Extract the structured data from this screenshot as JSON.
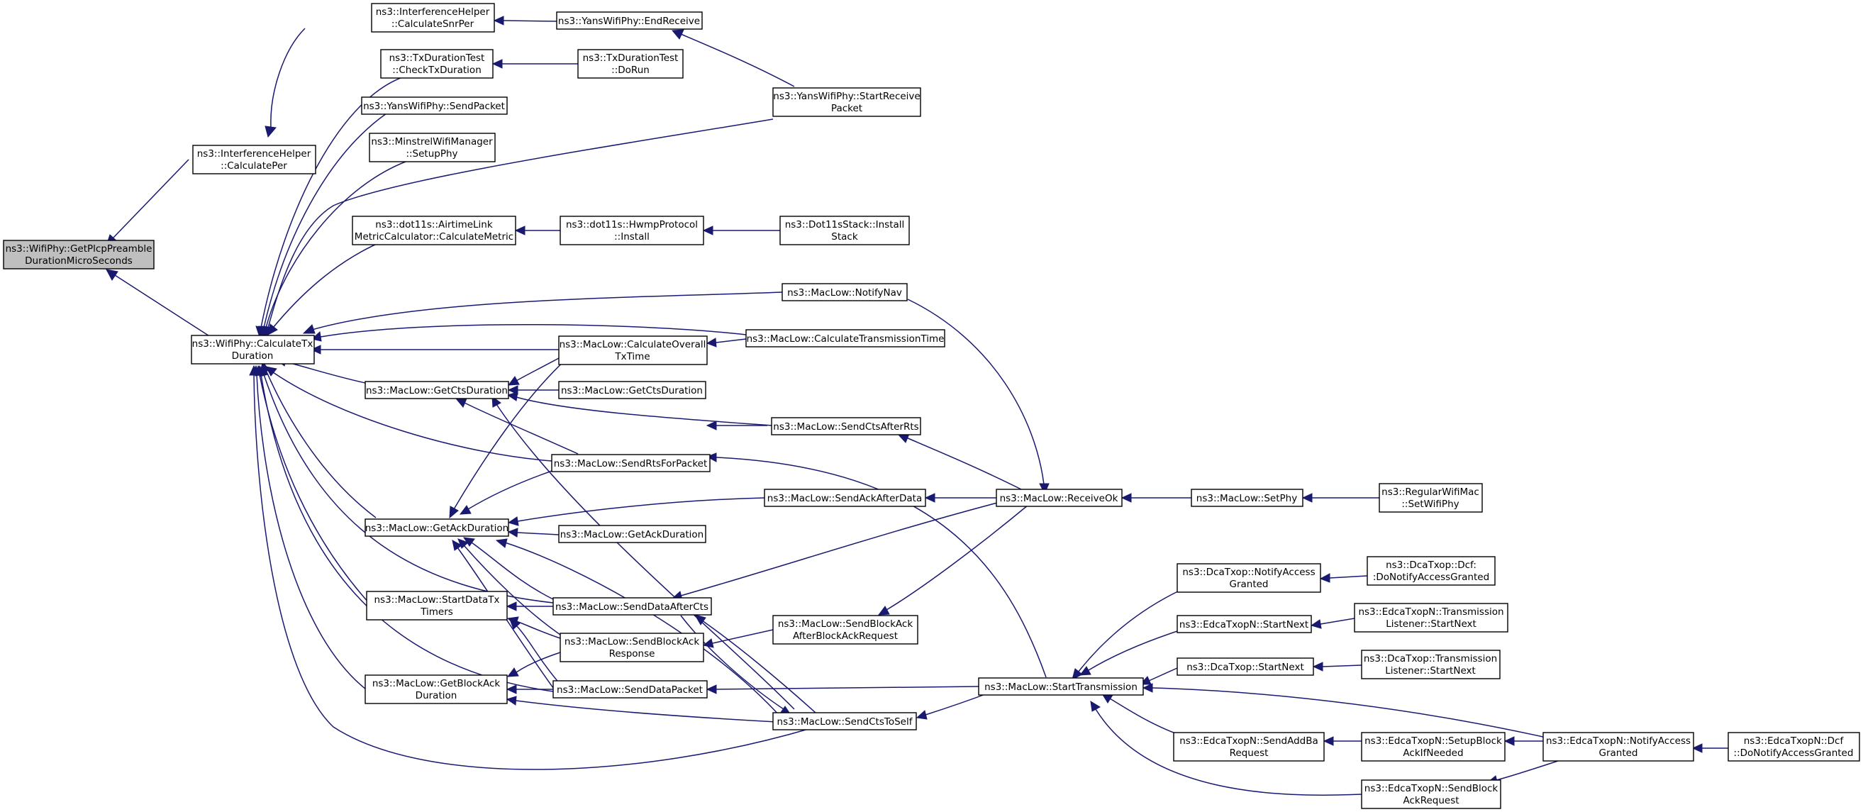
{
  "colors": {
    "edge": "#191970",
    "root_fill": "#bfbfbf",
    "node_fill": "#ffffff",
    "border": "#000000"
  },
  "nodes": {
    "gpp": {
      "lines": [
        "ns3::WifiPhy::GetPlcpPreamble",
        "DurationMicroSeconds"
      ],
      "root": true
    },
    "cper": {
      "lines": [
        "ns3::InterferenceHelper",
        "::CalculatePer"
      ]
    },
    "csnr": {
      "lines": [
        "ns3::InterferenceHelper",
        "::CalculateSnrPer"
      ]
    },
    "ywer": {
      "lines": [
        "ns3::YansWifiPhy::EndReceive"
      ]
    },
    "ywsr": {
      "lines": [
        "ns3::YansWifiPhy::StartReceive",
        "Packet"
      ]
    },
    "ctx": {
      "lines": [
        "ns3::WifiPhy::CalculateTx",
        "Duration"
      ]
    },
    "tdct": {
      "lines": [
        "ns3::TxDurationTest",
        "::CheckTxDuration"
      ]
    },
    "tdrun": {
      "lines": [
        "ns3::TxDurationTest",
        "::DoRun"
      ]
    },
    "ywsp": {
      "lines": [
        "ns3::YansWifiPhy::SendPacket"
      ]
    },
    "mwm": {
      "lines": [
        "ns3::MinstrelWifiManager",
        "::SetupPhy"
      ]
    },
    "atl": {
      "lines": [
        "ns3::dot11s::AirtimeLink",
        "MetricCalculator::CalculateMetric"
      ]
    },
    "hwmp": {
      "lines": [
        "ns3::dot11s::HwmpProtocol",
        "::Install"
      ]
    },
    "d11s": {
      "lines": [
        "ns3::Dot11sStack::Install",
        "Stack"
      ]
    },
    "nnav": {
      "lines": [
        "ns3::MacLow::NotifyNav"
      ]
    },
    "cott": {
      "lines": [
        "ns3::MacLow::CalculateOverall",
        "TxTime"
      ]
    },
    "ctt": {
      "lines": [
        "ns3::MacLow::CalculateTransmissionTime"
      ]
    },
    "gcts": {
      "lines": [
        "ns3::MacLow::GetCtsDuration"
      ]
    },
    "gcts2": {
      "lines": [
        "ns3::MacLow::GetCtsDuration"
      ]
    },
    "scar": {
      "lines": [
        "ns3::MacLow::SendCtsAfterRts"
      ]
    },
    "srts": {
      "lines": [
        "ns3::MacLow::SendRtsForPacket"
      ]
    },
    "gack": {
      "lines": [
        "ns3::MacLow::GetAckDuration"
      ]
    },
    "gack2": {
      "lines": [
        "ns3::MacLow::GetAckDuration"
      ]
    },
    "saad": {
      "lines": [
        "ns3::MacLow::SendAckAfterData"
      ]
    },
    "rok": {
      "lines": [
        "ns3::MacLow::ReceiveOk"
      ]
    },
    "sphy": {
      "lines": [
        "ns3::MacLow::SetPhy"
      ]
    },
    "rwm": {
      "lines": [
        "ns3::RegularWifiMac",
        "::SetWifiPhy"
      ]
    },
    "sdtt": {
      "lines": [
        "ns3::MacLow::StartDataTx",
        "Timers"
      ]
    },
    "sdac": {
      "lines": [
        "ns3::MacLow::SendDataAfterCts"
      ]
    },
    "sbar": {
      "lines": [
        "ns3::MacLow::SendBlockAck",
        "Response"
      ]
    },
    "sbaa": {
      "lines": [
        "ns3::MacLow::SendBlockAck",
        "AfterBlockAckRequest"
      ]
    },
    "gbad": {
      "lines": [
        "ns3::MacLow::GetBlockAck",
        "Duration"
      ]
    },
    "sdp": {
      "lines": [
        "ns3::MacLow::SendDataPacket"
      ]
    },
    "scts": {
      "lines": [
        "ns3::MacLow::SendCtsToSelf"
      ]
    },
    "stx": {
      "lines": [
        "ns3::MacLow::StartTransmission"
      ]
    },
    "dna": {
      "lines": [
        "ns3::DcaTxop::NotifyAccess",
        "Granted"
      ]
    },
    "ddna": {
      "lines": [
        "ns3::DcaTxop::Dcf:",
        ":DoNotifyAccessGranted"
      ]
    },
    "esn": {
      "lines": [
        "ns3::EdcaTxopN::StartNext"
      ]
    },
    "etl": {
      "lines": [
        "ns3::EdcaTxopN::Transmission",
        "Listener::StartNext"
      ]
    },
    "dsn": {
      "lines": [
        "ns3::DcaTxop::StartNext"
      ]
    },
    "dtl": {
      "lines": [
        "ns3::DcaTxop::Transmission",
        "Listener::StartNext"
      ]
    },
    "esab": {
      "lines": [
        "ns3::EdcaTxopN::SendAddBa",
        "Request"
      ]
    },
    "esbi": {
      "lines": [
        "ns3::EdcaTxopN::SetupBlock",
        "AckIfNeeded"
      ]
    },
    "ena": {
      "lines": [
        "ns3::EdcaTxopN::NotifyAccess",
        "Granted"
      ]
    },
    "edna": {
      "lines": [
        "ns3::EdcaTxopN::Dcf",
        "::DoNotifyAccessGranted"
      ]
    },
    "esbr": {
      "lines": [
        "ns3::EdcaTxopN::SendBlock",
        "AckRequest"
      ]
    }
  }
}
